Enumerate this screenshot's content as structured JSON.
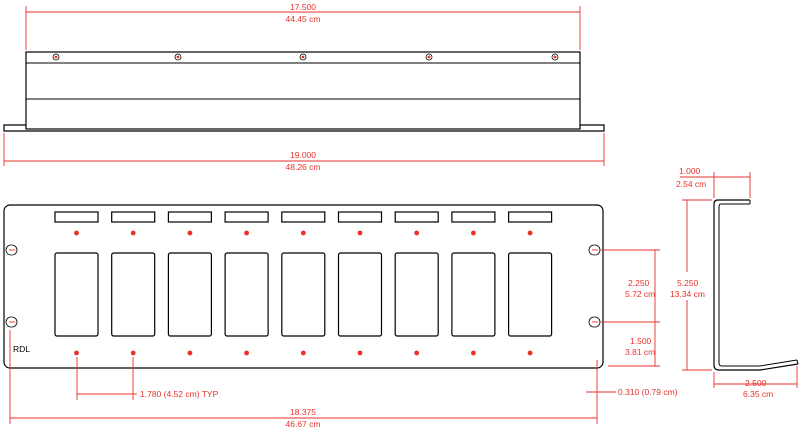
{
  "colors": {
    "outline": "#000000",
    "dimension": "#e8322b"
  },
  "top_view": {
    "width_in": "17.500",
    "width_cm": "44.45 cm",
    "overall_in": "19.000",
    "overall_cm": "48.26 cm"
  },
  "front_view": {
    "brand": "RDL",
    "spacing_label": "1.780 (4.52 cm)  TYP",
    "edge_offset_label": "0.310 (0.79 cm)",
    "width_in": "18.375",
    "width_cm": "46.67 cm",
    "hole_span_in": "2.250",
    "hole_span_cm": "5.72 cm",
    "hole_bottom_in": "1.500",
    "hole_bottom_cm": "3.81 cm",
    "module_slots": 9
  },
  "side_view": {
    "top_in": "1.000",
    "top_cm": "2.54 cm",
    "height_in": "5.250",
    "height_cm": "13.34 cm",
    "bottom_in": "2.500",
    "bottom_cm": "6.35 cm"
  }
}
